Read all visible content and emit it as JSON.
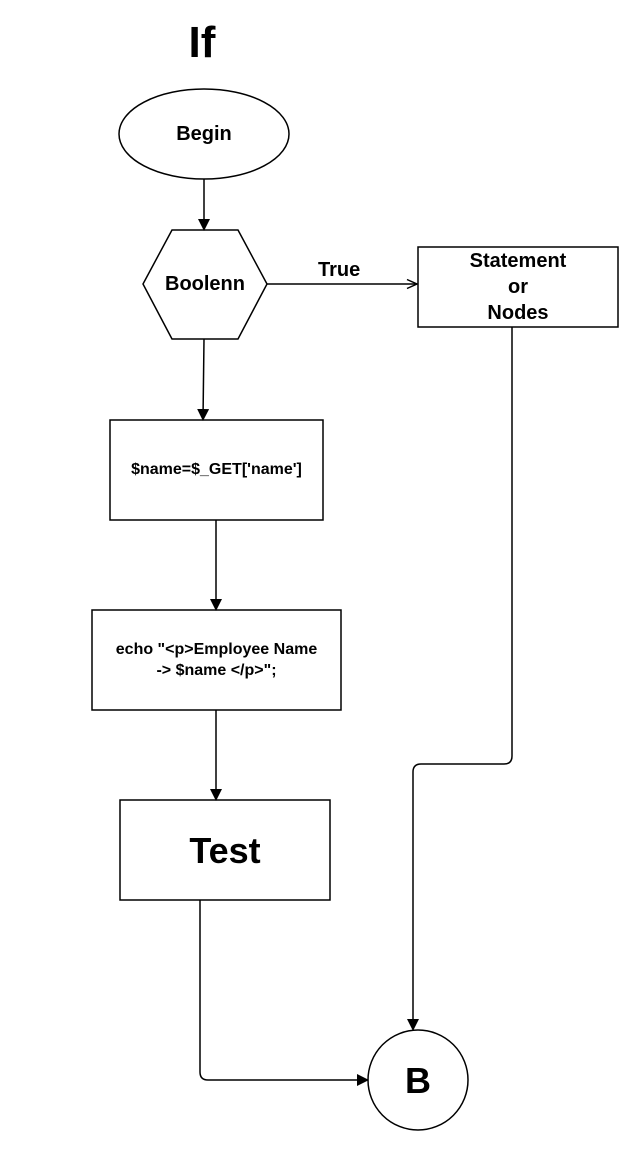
{
  "diagram": {
    "title": "If",
    "colors": {
      "stroke": "#000000",
      "fill": "#ffffff",
      "text": "#000000"
    },
    "nodes": {
      "begin": {
        "shape": "ellipse",
        "label": "Begin"
      },
      "boolean": {
        "shape": "hexagon",
        "label": "Boolenn"
      },
      "statement": {
        "shape": "rectangle",
        "label": "Statement\nor\nNodes"
      },
      "assign": {
        "shape": "rectangle",
        "label": "$name=$_GET['name']"
      },
      "echo": {
        "shape": "rectangle",
        "label": "echo \"<p>Employee Name\n-> $name </p>\";"
      },
      "test": {
        "shape": "rectangle",
        "label": "Test"
      },
      "b": {
        "shape": "circle",
        "label": "B"
      }
    },
    "edges": {
      "true_label": "True"
    }
  }
}
